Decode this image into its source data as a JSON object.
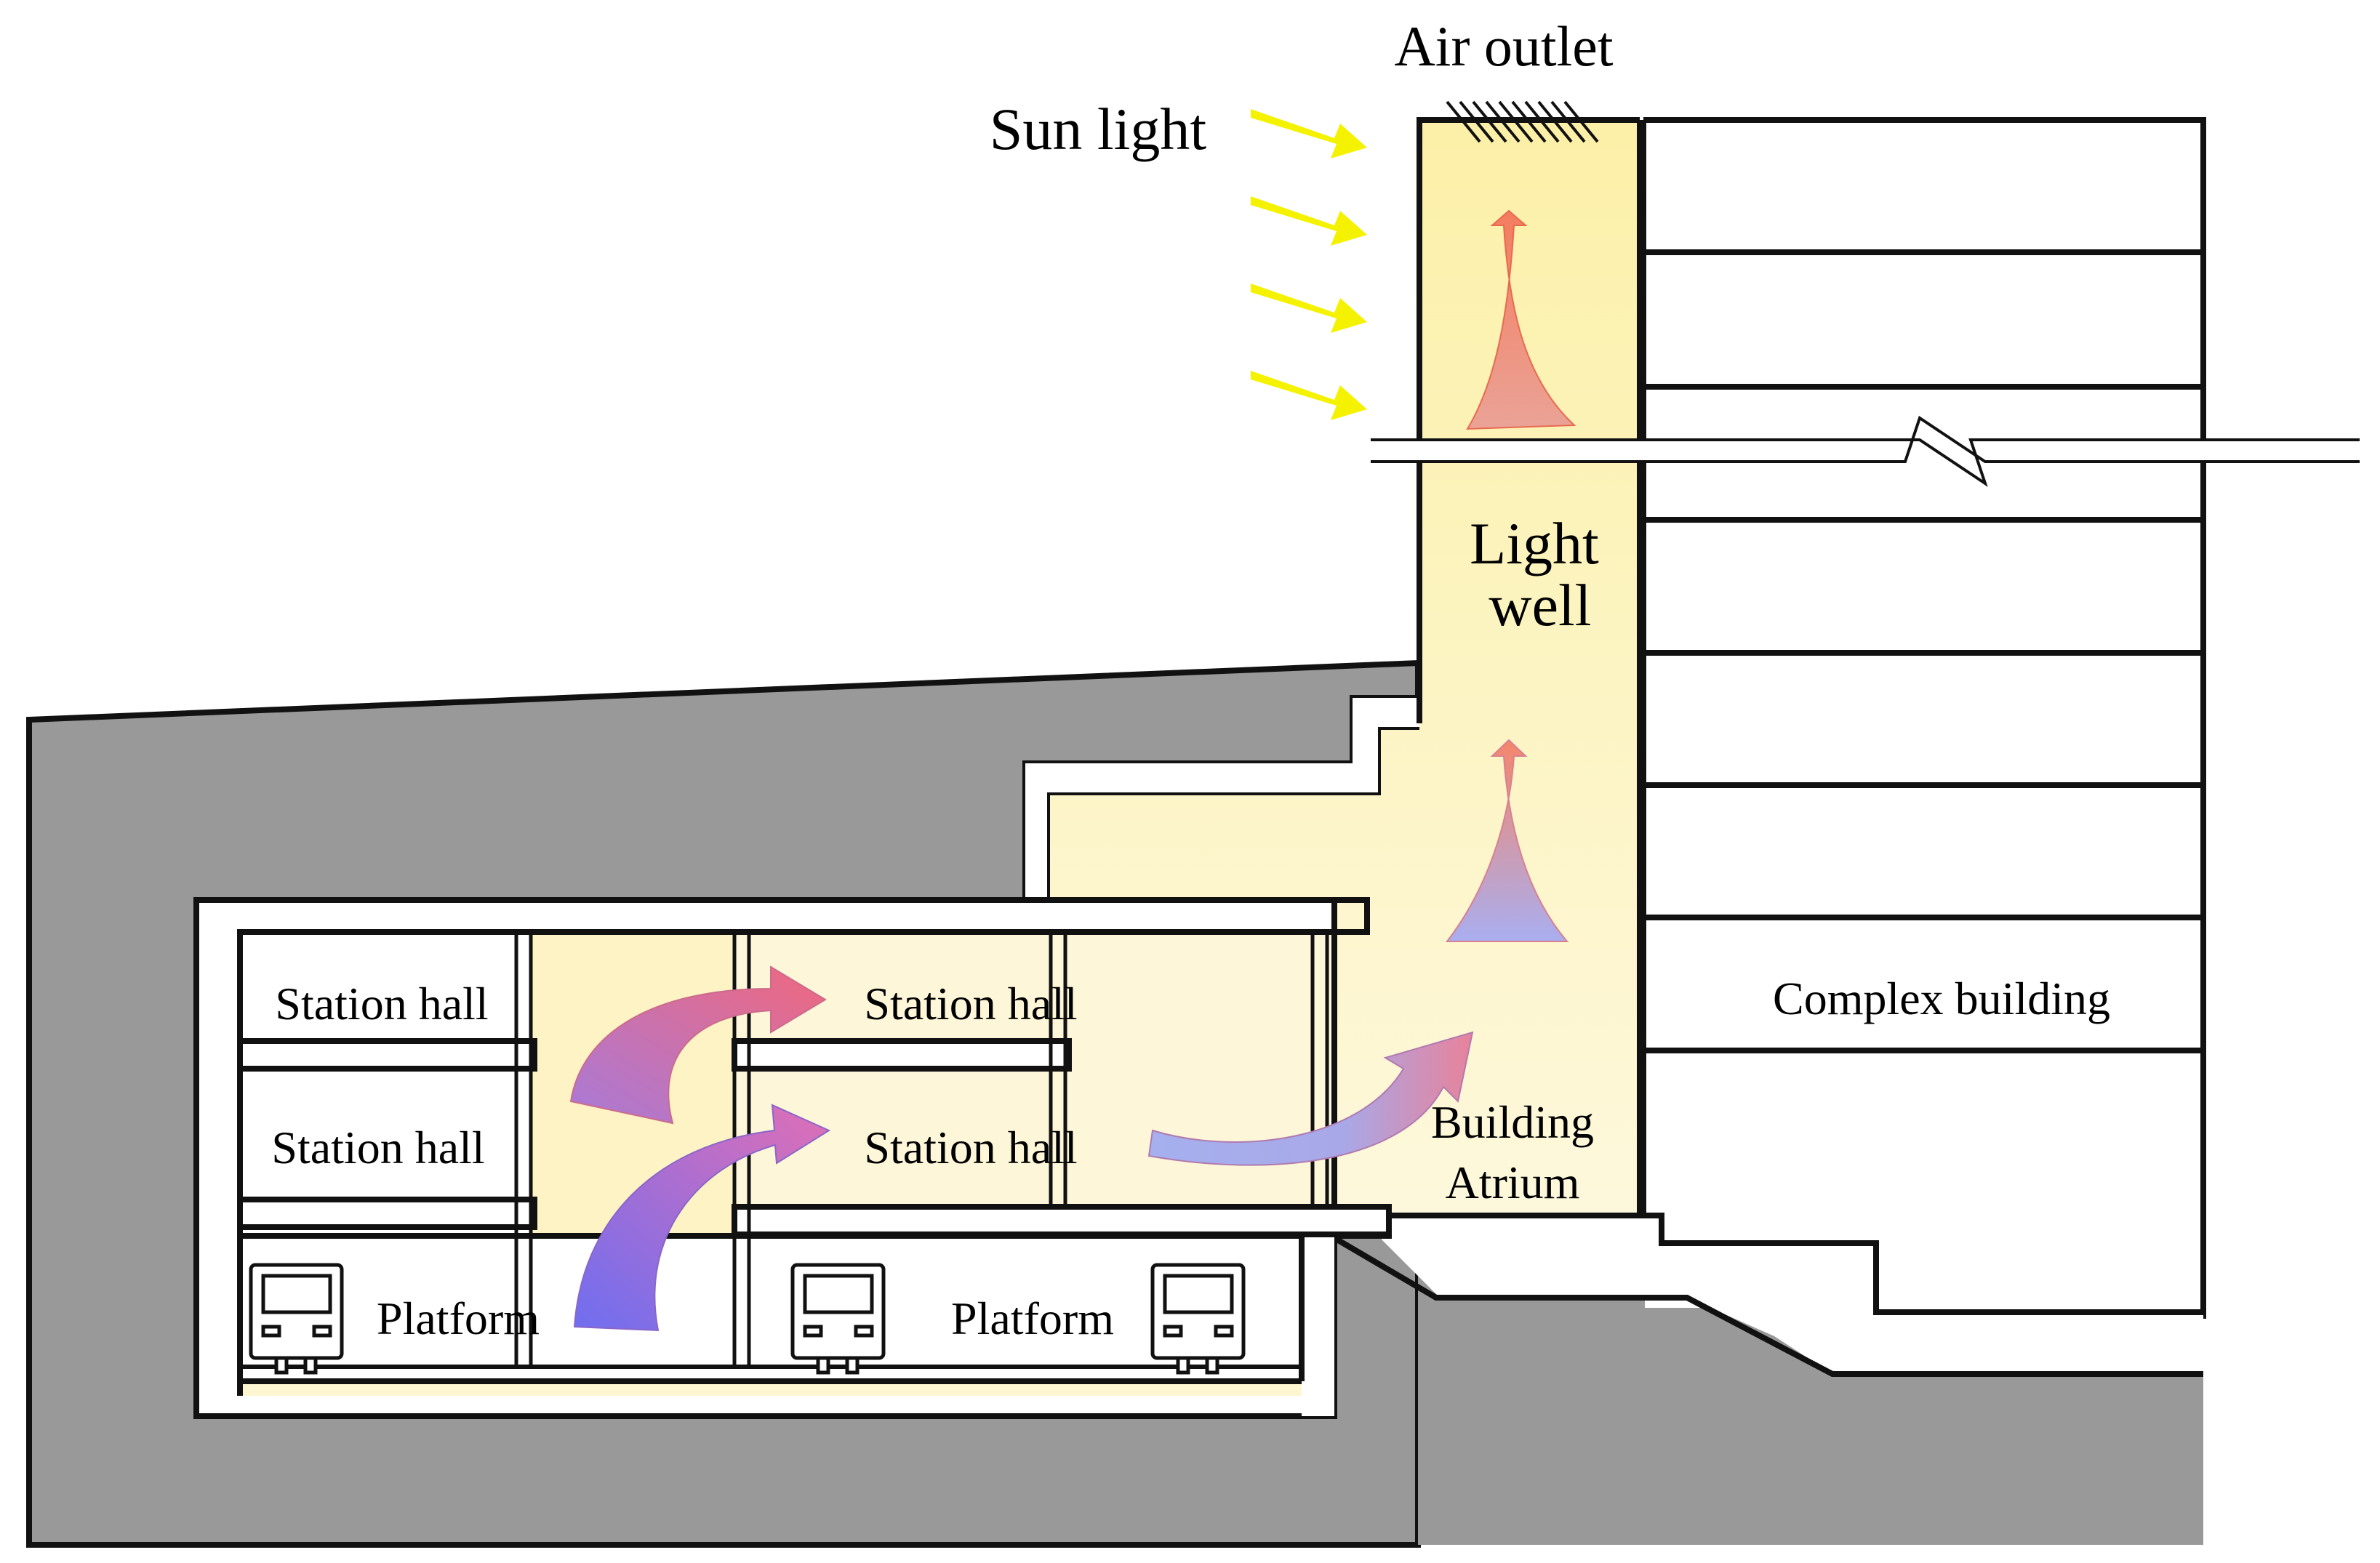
{
  "labels": {
    "air_outlet": "Air outlet",
    "sun_light": "Sun light",
    "light_well_1": "Light",
    "light_well_2": "well",
    "complex_building": "Complex building",
    "station_hall_1": "Station hall",
    "station_hall_2": "Station hall",
    "station_hall_3": "Station hall",
    "station_hall_4": "Station hall",
    "platform_1": "Platform",
    "platform_2": "Platform",
    "building_atrium_1": "Building",
    "building_atrium_2": "Atrium"
  },
  "colors": {
    "ground": "#999999",
    "outline": "#111111",
    "light_well_fill": "#fdf3b8",
    "atrium_fill": "#fdf7d2",
    "sun_arrow": "#f5f200",
    "warm_air": "#ef7f6a",
    "cool_air": "#8a8ae8"
  }
}
